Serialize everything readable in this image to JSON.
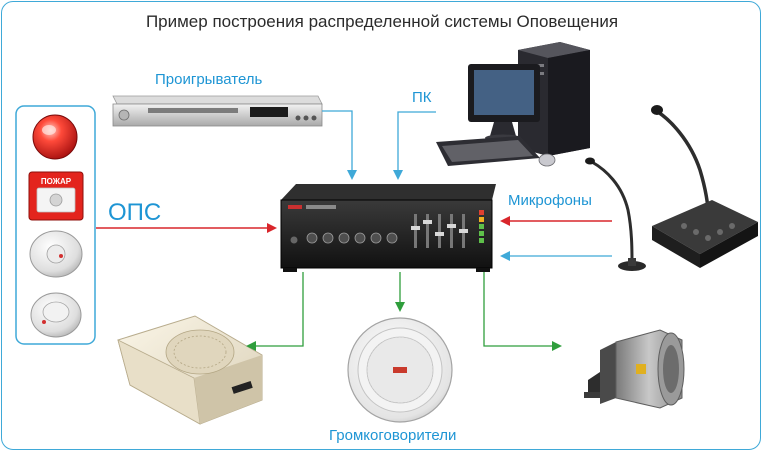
{
  "title": "Пример построения распределенной системы Оповещения",
  "labels": {
    "player": "Проигрыватель",
    "pc": "ПК",
    "ops": "ОПС",
    "microphones": "Микрофоны",
    "speakers": "Громкоговорители"
  },
  "device_text": {
    "fire_call_point": "ПОЖАР"
  },
  "colors": {
    "border_blue": "#3fa9d8",
    "label_blue": "#1e95d4",
    "arrow_blue": "#3fa9d8",
    "arrow_red": "#d9262b",
    "arrow_green": "#2f9e3c"
  }
}
